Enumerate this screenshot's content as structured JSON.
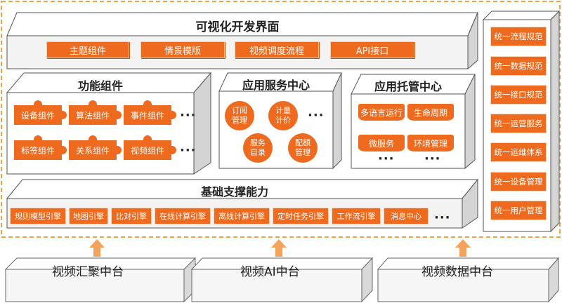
{
  "visual": {
    "title": "可视化开发界面",
    "buttons": [
      "主题组件",
      "情景模版",
      "视频调度流程",
      "API接口"
    ]
  },
  "function_components": {
    "title": "功能组件",
    "items": [
      "设备组件",
      "算法组件",
      "事件组件",
      "标签组件",
      "关系组件",
      "视频组件"
    ],
    "more": "···"
  },
  "app_service": {
    "title": "应用服务中心",
    "items": [
      "订阅\n管理",
      "计量\n计价",
      "服务\n目录",
      "配额\n管理"
    ],
    "more": "···"
  },
  "app_hosting": {
    "title": "应用托管中心",
    "items": [
      "多语言运行",
      "生命周期",
      "微服务",
      "环境管理"
    ],
    "more": "···"
  },
  "foundation": {
    "title": "基础支撑能力",
    "items": [
      "规则模型引擎",
      "地图引擎",
      "比对引擎",
      "在线计算引擎",
      "离线计算引擎",
      "定时任务引擎",
      "工作流引擎",
      "消息中心"
    ],
    "more": "···"
  },
  "standards": {
    "items": [
      "统一流程规范",
      "统一数据规范",
      "统一接口规范",
      "统一运营服务",
      "统一运维体系",
      "统一设备管理",
      "统一用户管理"
    ]
  },
  "platforms": {
    "items": [
      "视频汇聚中台",
      "视频AI中台",
      "视频数据中台"
    ]
  },
  "colors": {
    "accent": "#ee6a1e",
    "frame": "#f0a24a"
  }
}
